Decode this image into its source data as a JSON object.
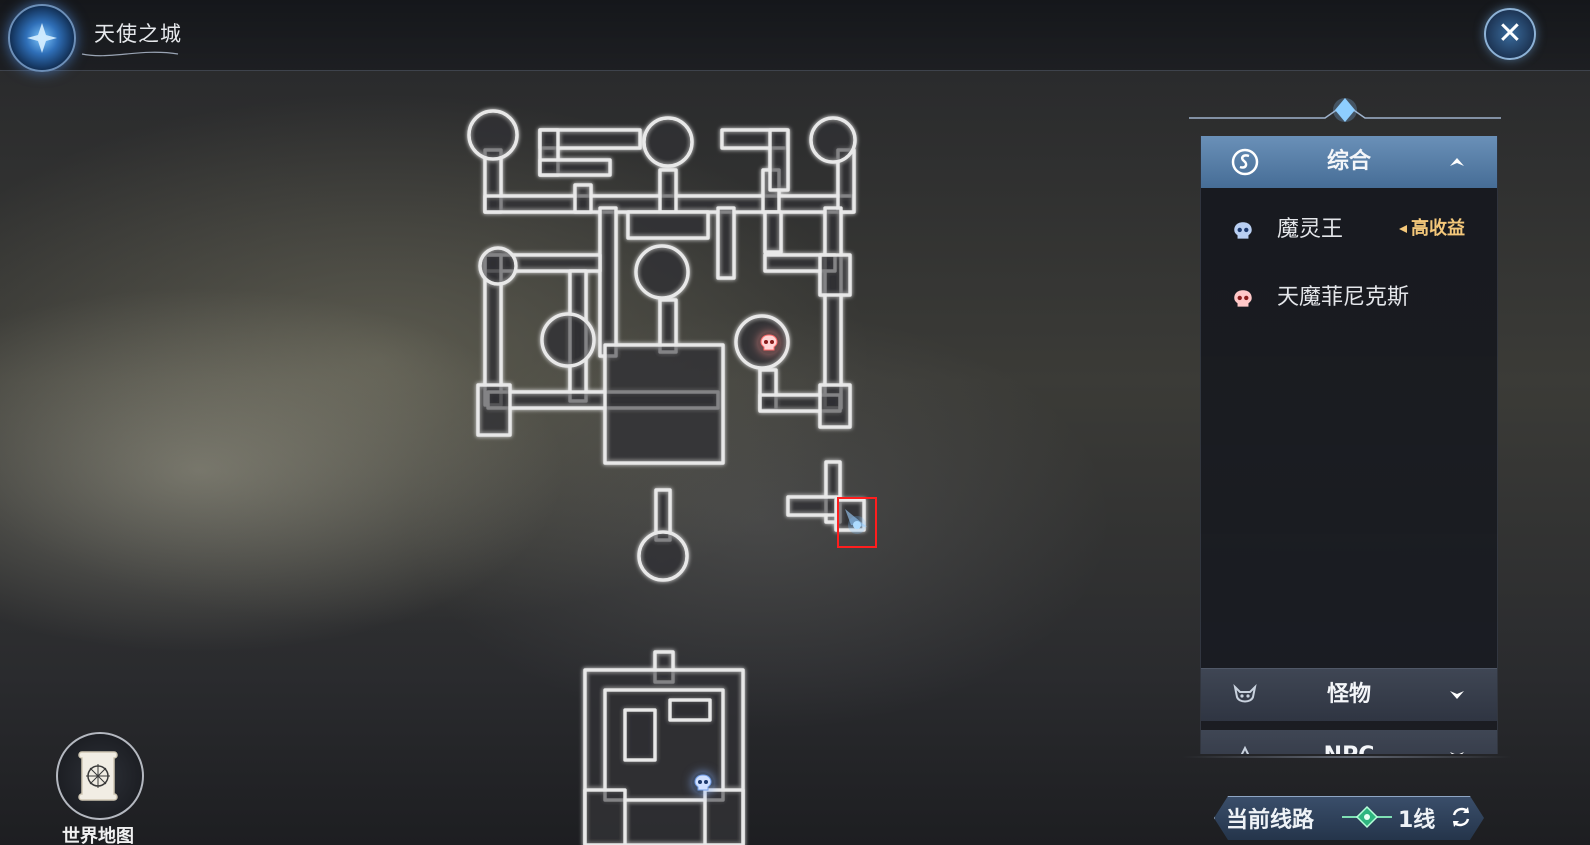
{
  "header": {
    "map_name": "天使之城"
  },
  "panel": {
    "categories": [
      {
        "label": "综合",
        "expanded": true
      },
      {
        "label": "怪物",
        "expanded": false
      },
      {
        "label": "NPC",
        "expanded": false
      }
    ],
    "entries": [
      {
        "name": "魔灵王",
        "icon": "boss-skull-blue-icon",
        "tag": "高收益"
      },
      {
        "name": "天魔菲尼克斯",
        "icon": "boss-skull-red-icon",
        "tag": ""
      }
    ]
  },
  "channel": {
    "label": "当前线路",
    "value": "1线"
  },
  "world_map": {
    "label": "世界地图"
  },
  "colors": {
    "active_tab": "#5a80a8",
    "reward_tag": "#f3c77a",
    "player_highlight": "#ff1e1e",
    "map_outline": "#e6e6e6"
  }
}
